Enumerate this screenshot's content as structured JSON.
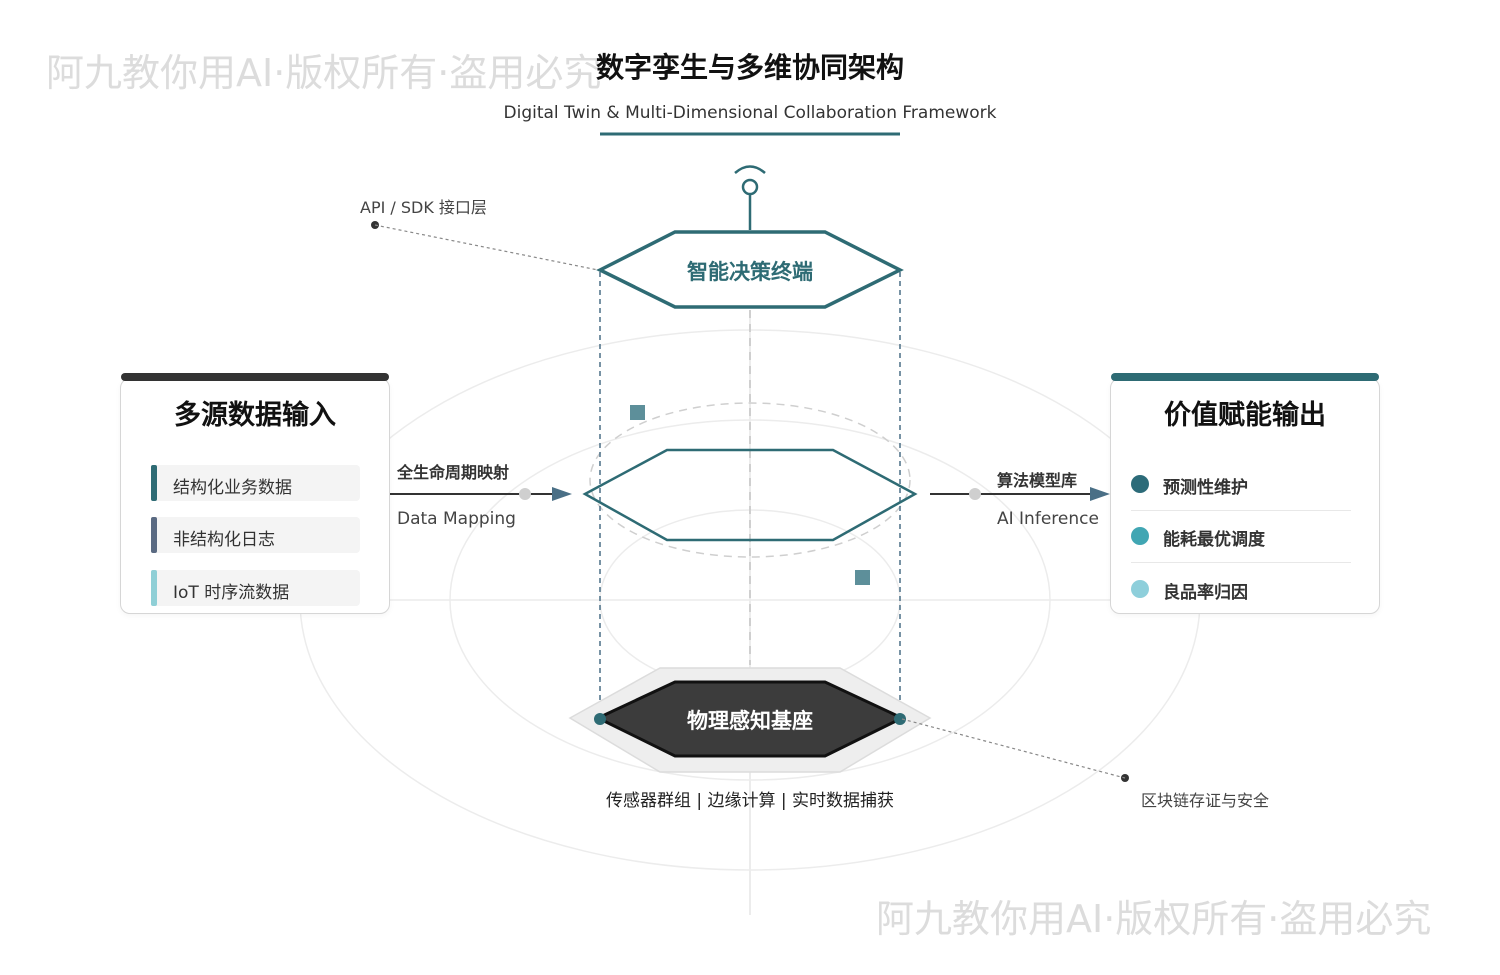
{
  "watermark": {
    "top_left": "阿九教你用AI·版权所有·盗用必究",
    "bottom_right": "阿九教你用AI·版权所有·盗用必究"
  },
  "header": {
    "title": "数字孪生与多维协同架构",
    "subtitle": "Digital Twin & Multi-Dimensional Collaboration Framework"
  },
  "annotations": {
    "api_layer": "API / SDK 接口层",
    "blockchain": "区块链存证与安全"
  },
  "nodes": {
    "top": "智能决策终端",
    "base": "物理感知基座",
    "base_caption": "传感器群组 | 边缘计算 | 实时数据捕获"
  },
  "left_panel": {
    "title": "多源数据输入",
    "items": [
      {
        "label": "结构化业务数据",
        "color": "#2e6b74"
      },
      {
        "label": "非结构化日志",
        "color": "#5a6a82"
      },
      {
        "label": "IoT 时序流数据",
        "color": "#8fcfd6"
      }
    ]
  },
  "right_panel": {
    "title": "价值赋能输出",
    "items": [
      {
        "label": "预测性维护",
        "color": "#2c6b79"
      },
      {
        "label": "能耗最优调度",
        "color": "#41a6b3"
      },
      {
        "label": "良品率归因",
        "color": "#8ecfdb"
      }
    ]
  },
  "connectors": {
    "left_top": "全生命周期映射",
    "left_bottom": "Data Mapping",
    "right_top": "算法模型库",
    "right_bottom": "AI Inference"
  },
  "colors": {
    "accent": "#2e6b74",
    "dark": "#3c3c3c",
    "left_bar": "#333333",
    "right_bar": "#2e6b74"
  }
}
